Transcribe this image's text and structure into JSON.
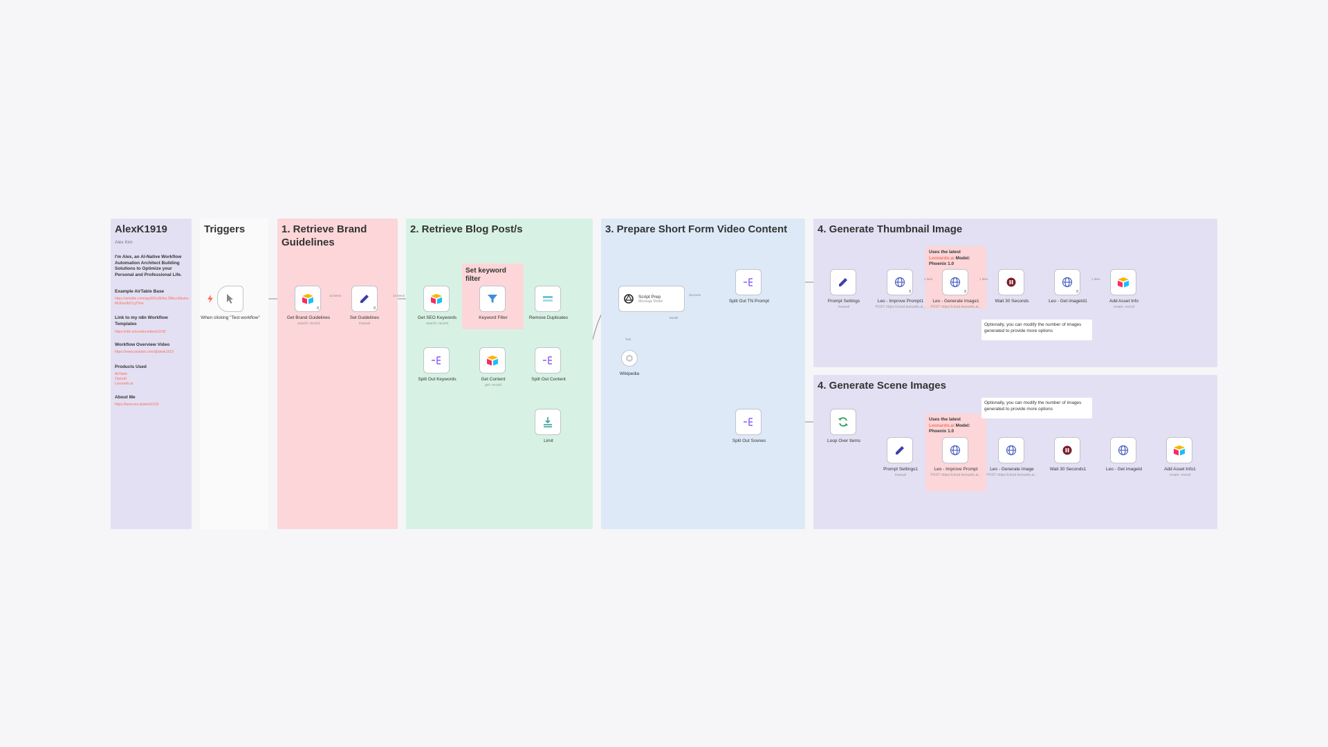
{
  "colors": {
    "background": "#f6f6f8",
    "group_purple": "#e3e0f3",
    "group_white": "#fafafa",
    "group_red": "#fcd6d9",
    "group_green": "#d7f2e4",
    "group_blue": "#dde9f7",
    "accent": "#ff6d5a",
    "edge": "#8a8a8a"
  },
  "groups": {
    "alex": {
      "title": "AlexK1919"
    },
    "triggers": {
      "title": "Triggers"
    },
    "brand": {
      "title": "1. Retrieve Brand Guidelines"
    },
    "blog": {
      "title": "2. Retrieve Blog Post/s"
    },
    "video": {
      "title": "3. Prepare Short Form Video Content"
    },
    "thumb": {
      "title": "4. Generate Thumbnail Image"
    },
    "scene": {
      "title": "4. Generate Scene Images"
    }
  },
  "profile": {
    "image_alt": "Alex Kim",
    "intro": "I'm Alex, an AI-Native Workflow Automation Architect Building Solutions to Optimize your Personal and Professional Life.",
    "airtable_heading": "Example AirTable Base",
    "airtable_link": "https://airtable.com/appRDu3EAsL2Bkcc/tblumuMcEwuIbZCgTVee",
    "n8n_heading": "Link to my n8n Workflow Templates",
    "n8n_link": "https://n8n.io/creators/alexk1919/",
    "video_heading": "Workflow Overview Video",
    "video_link": "https://www.youtube.com/@alexk1919",
    "products_heading": "Products Used",
    "products": [
      "AirTable",
      "OpenAI",
      "Leonardo.ai"
    ],
    "about_heading": "About Me",
    "about_link": "https://beacons.ai/alexk1919"
  },
  "nodes": {
    "trigger": {
      "label": "When clicking \"Test workflow\""
    },
    "get_brand": {
      "label": "Get Brand Guidelines",
      "sub": "search: record"
    },
    "set_guidelines": {
      "label": "Set Guidelines",
      "sub": "manual"
    },
    "get_seo": {
      "label": "Get SEO Keywords",
      "sub": "search: record"
    },
    "keyword_filter": {
      "label": "Keyword Filter"
    },
    "remove_dup": {
      "label": "Remove Duplicates"
    },
    "split_keywords": {
      "label": "Split Out Keywords"
    },
    "get_content": {
      "label": "Get Content",
      "sub": "get: record"
    },
    "split_content": {
      "label": "Split Out Content"
    },
    "limit": {
      "label": "Limit"
    },
    "script_prep": {
      "title": "Script Prep",
      "sub": "Message Model"
    },
    "wikipedia": {
      "label": "Wikipedia"
    },
    "split_tn": {
      "label": "Split Out TN Prompt"
    },
    "split_scenes": {
      "label": "Split Out Scenes"
    },
    "prompt_settings": {
      "label": "Prompt Settings",
      "sub": "manual"
    },
    "leo_improve1": {
      "label": "Leo - Improve Prompt1",
      "sub": "POST: https://cloud.leonardo.ai..."
    },
    "leo_gen1": {
      "label": "Leo - Generate Image1",
      "sub": "POST: https://cloud.leonardo.ai..."
    },
    "wait30": {
      "label": "Wait 30 Seconds"
    },
    "leo_get1": {
      "label": "Leo - Get imageId1"
    },
    "add_asset": {
      "label": "Add Asset Info",
      "sub": "create: record"
    },
    "loop": {
      "label": "Loop Over Items"
    },
    "prompt_settings1": {
      "label": "Prompt Settings1",
      "sub": "manual"
    },
    "leo_improve": {
      "label": "Leo - Improve Prompt",
      "sub": "POST: https://cloud.leonardo.ai..."
    },
    "leo_gen": {
      "label": "Leo - Generate Image",
      "sub": "POST: https://cloud.leonardo.ai..."
    },
    "wait30_1": {
      "label": "Wait 30 Seconds1"
    },
    "leo_get": {
      "label": "Leo - Get imageId"
    },
    "add_asset1": {
      "label": "Add Asset Info1",
      "sub": "create: record"
    }
  },
  "edges": {
    "items14a": "14 items",
    "items14b": "14 items",
    "item1": "1 item",
    "item2": "1 item",
    "item3": "1 item",
    "success": "Success",
    "tool": "Tool",
    "model": "Model"
  },
  "notes": {
    "keyword_filter": "Set keyword filter",
    "leonardo_pre": "Uses the latest ",
    "leonardo_link": "Leonardo.ai",
    "leonardo_post": " Model: Phoenix 1.0",
    "optional": "Optionally, you can modify the number of images generated to provide more options"
  },
  "icons": {
    "trigger": "cursor-icon",
    "airtable": "airtable-icon",
    "set": "pencil-icon",
    "filter": "funnel-icon",
    "dedupe": "remove-duplicates-icon",
    "split": "split-out-icon",
    "limit": "limit-icon",
    "openai": "openai-icon",
    "wikipedia": "wikipedia-icon",
    "http": "globe-icon",
    "wait": "pause-icon",
    "loop": "loop-icon",
    "bolt": "lightning-icon"
  }
}
